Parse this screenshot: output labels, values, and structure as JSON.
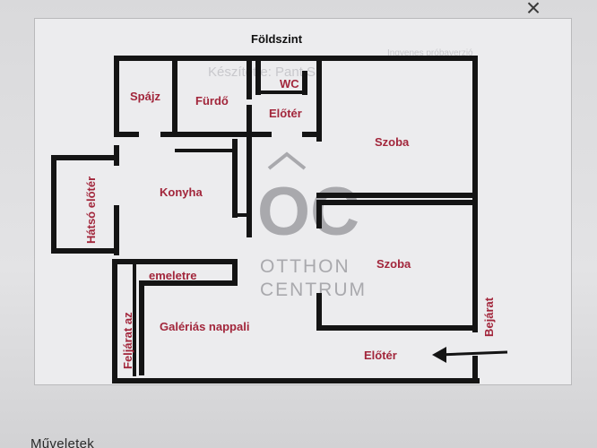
{
  "window": {
    "close_glyph": "×"
  },
  "plan": {
    "floor_title": "Földszint",
    "rooms": {
      "spajz": "Spájz",
      "furdo": "Fürdő",
      "wc": "WC",
      "eloter_top": "Előtér",
      "szoba_upper": "Szoba",
      "konyha": "Konyha",
      "hatso_eloter": "Hátsó előtér",
      "szoba_lower": "Szoba",
      "emeletre": "emeletre",
      "feljarat_az": "Feljárat az",
      "galerias_nappali": "Galériás nappali",
      "eloter_bottom": "Előtér",
      "bejarat": "Bejárat"
    },
    "watermark": {
      "logo_letters": "OC",
      "line1": "OTTHON",
      "line2": "CENTRUM",
      "faint_top": "Készítette: Pant S",
      "faint_corner": "Ingyenes próbaverzió"
    },
    "colors": {
      "label": "#a2263b",
      "wall": "#141414",
      "watermark": "#a9a9ad"
    }
  },
  "footer": {
    "section_label": "Műveletek"
  }
}
